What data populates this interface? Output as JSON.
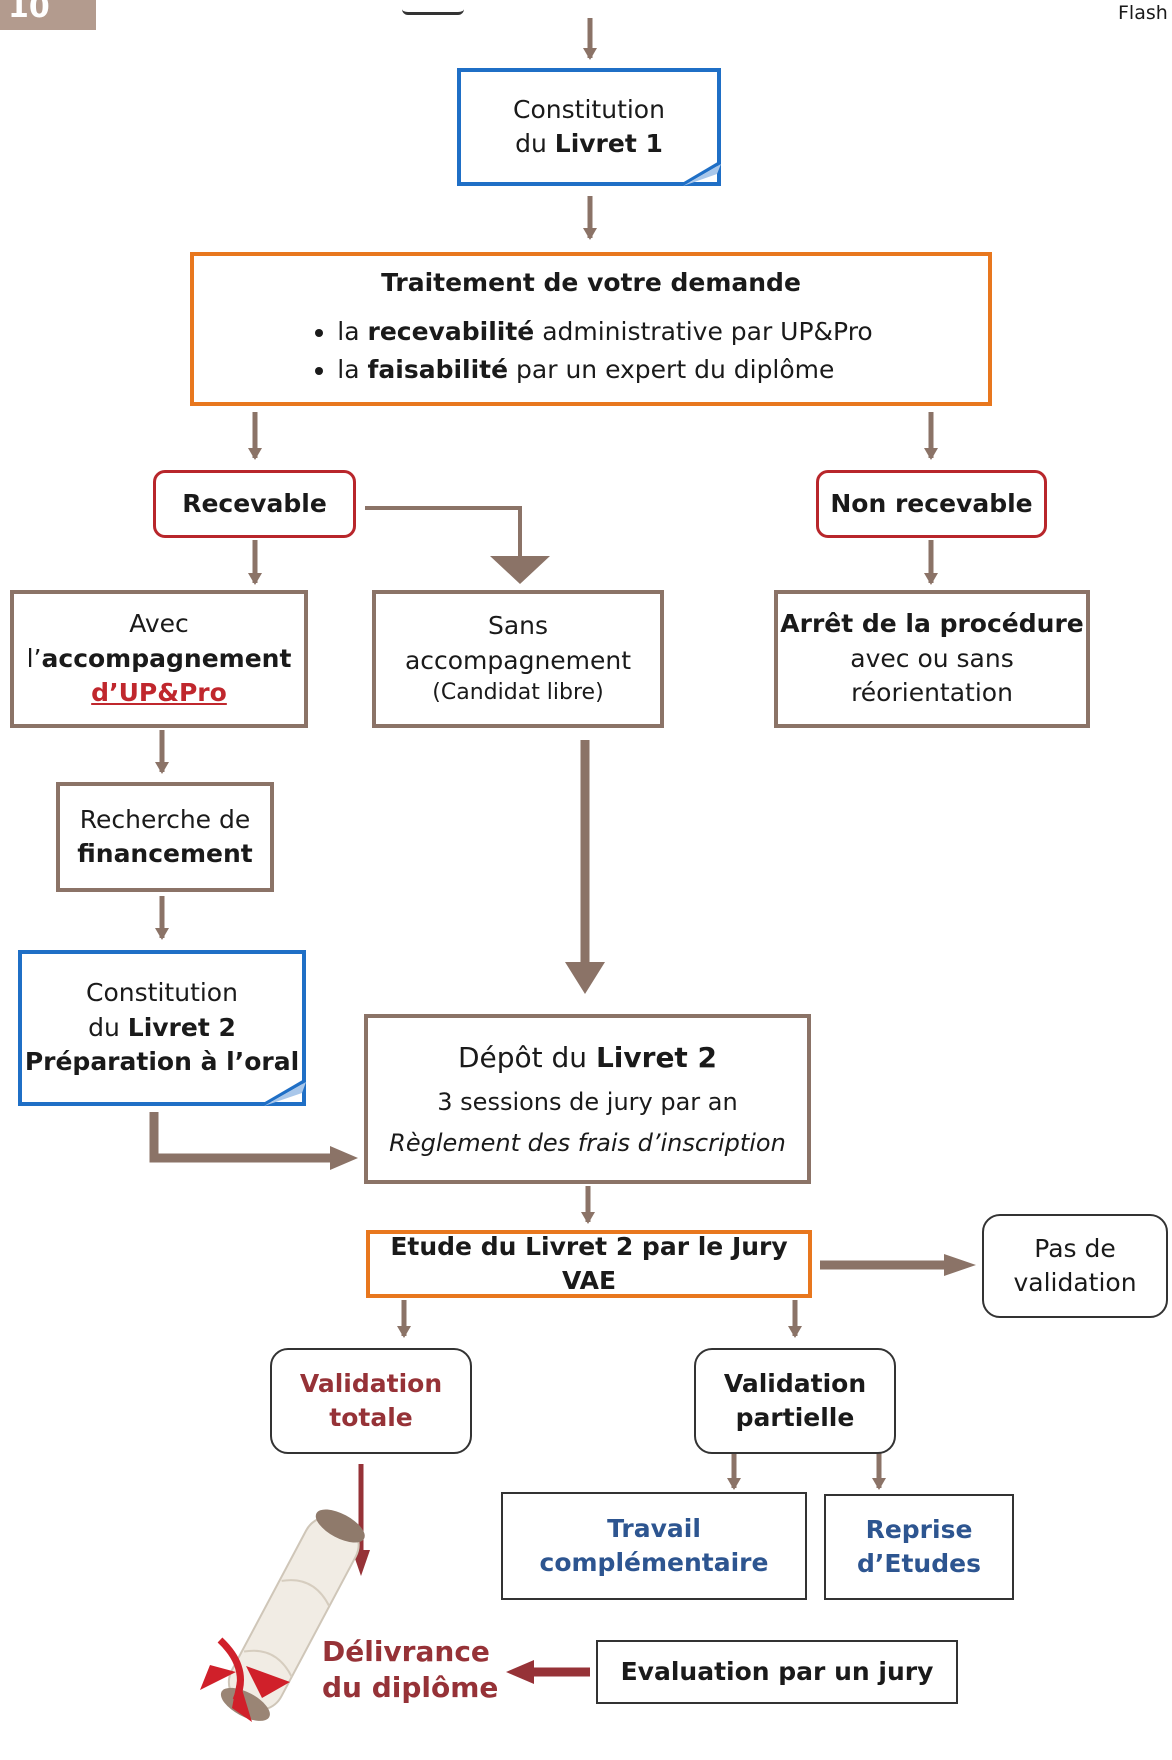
{
  "header": {
    "corner_number": "10",
    "corner_right": "Flash"
  },
  "nodes": {
    "livret1": {
      "line1": "Constitution",
      "line2_pre": "du ",
      "line2_bold": "Livret 1"
    },
    "traitement": {
      "title": "Traitement de votre demande",
      "bullets": [
        {
          "pre": "la ",
          "bold": "recevabilité",
          "post": " administrative par UP&Pro"
        },
        {
          "pre": "la ",
          "bold": "faisabilité",
          "post": " par un expert du diplôme"
        }
      ]
    },
    "recevable": {
      "label": "Recevable"
    },
    "non_recevable": {
      "label": "Non recevable"
    },
    "avec": {
      "line1": "Avec",
      "line2_pre": "l’",
      "line2_bold": "accompagnement",
      "line3": "d’UP&Pro"
    },
    "sans": {
      "line1": "Sans",
      "line2": "accompagnement",
      "line3": "(Candidat libre)"
    },
    "arret": {
      "line1": "Arrêt de la procédure",
      "line2": "avec ou sans",
      "line3": "réorientation"
    },
    "recherche": {
      "line1": "Recherche de",
      "line2": "financement"
    },
    "livret2": {
      "line1": "Constitution",
      "line2_pre": "du ",
      "line2_bold": "Livret 2",
      "line3": "Préparation à l’oral"
    },
    "depot": {
      "title_pre": "Dépôt du ",
      "title_bold": "Livret 2",
      "line2": "3 sessions de jury par an",
      "line3": "Règlement des frais d’inscription"
    },
    "etude": {
      "label": "Etude du Livret 2 par le Jury VAE"
    },
    "pas_validation": {
      "line1": "Pas de",
      "line2": "validation"
    },
    "validation_totale": {
      "line1": "Validation",
      "line2": "totale"
    },
    "validation_partielle": {
      "line1": "Validation",
      "line2": "partielle"
    },
    "travail": {
      "line1": "Travail",
      "line2": "complémentaire"
    },
    "reprise": {
      "line1": "Reprise",
      "line2": "d’Etudes"
    },
    "delivrance": {
      "line1": "Délivrance",
      "line2": "du diplôme"
    },
    "evaluation": {
      "label": "Evaluation par un jury"
    }
  },
  "colors": {
    "arrow_brown": "#8b7367",
    "arrow_red": "#963237",
    "border_blue": "#1f6fc6",
    "border_orange": "#e8771e",
    "border_red": "#b8262b",
    "text_dark_red": "#963237",
    "text_navy": "#2d5590"
  },
  "icons": {
    "diploma": "diploma-scroll-icon"
  }
}
